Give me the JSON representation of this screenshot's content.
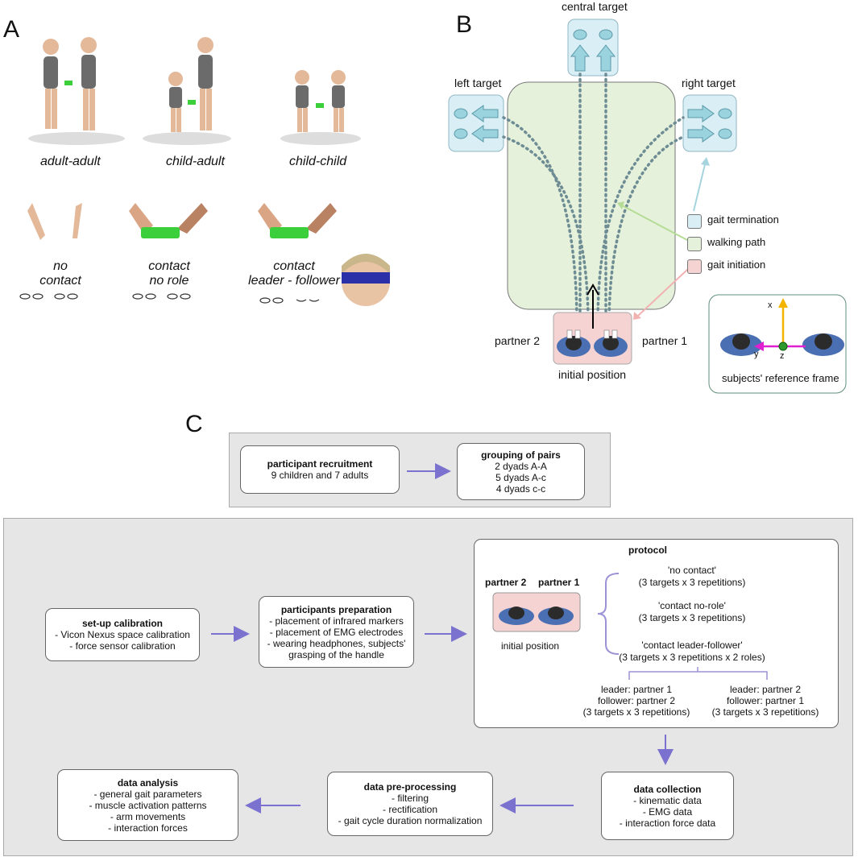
{
  "panels": {
    "a": "A",
    "b": "B",
    "c": "C"
  },
  "panelA": {
    "pairings": [
      "adult-adult",
      "child-adult",
      "child-child"
    ],
    "conditions": [
      {
        "line1": "no",
        "line2": "contact"
      },
      {
        "line1": "contact",
        "line2": "no role"
      },
      {
        "line1": "contact",
        "line2": "leader - follower"
      }
    ]
  },
  "panelB": {
    "central_target": "central target",
    "left_target": "left target",
    "right_target": "right target",
    "partner_2": "partner 2",
    "partner_1": "partner 1",
    "initial_position": "initial position",
    "legend": [
      {
        "label": "gait termination",
        "color": "#daeef5"
      },
      {
        "label": "walking path",
        "color": "#e6f1dc"
      },
      {
        "label": "gait initiation",
        "color": "#f6d3d3"
      }
    ],
    "ref_frame": {
      "caption": "subjects' reference frame",
      "x": "x",
      "y": "y",
      "z": "z"
    },
    "colors": {
      "target": "#daeef5",
      "path": "#e6f1dc",
      "init": "#f6d3d3",
      "dots": "#6d8c93"
    }
  },
  "panelC": {
    "recruitment": {
      "title": "participant recruitment",
      "text": "9 children and 7 adults"
    },
    "grouping": {
      "title": "grouping of pairs",
      "lines": [
        "2 dyads A-A",
        "5 dyads A-c",
        "4 dyads c-c"
      ]
    },
    "setup": {
      "title": "set-up calibration",
      "lines": [
        "- Vicon Nexus space calibration",
        "- force sensor calibration"
      ]
    },
    "preparation": {
      "title": "participants preparation",
      "lines": [
        "- placement of infrared markers",
        "- placement of EMG electrodes",
        "- wearing headphones, subjects'",
        "grasping of the handle"
      ]
    },
    "protocol": {
      "title": "protocol",
      "partner_2": "partner 2",
      "partner_1": "partner 1",
      "initial_position": "initial position",
      "conditions": [
        {
          "name": "'no contact'",
          "reps": "(3 targets x 3 repetitions)"
        },
        {
          "name": "'contact no-role'",
          "reps": "(3 targets x 3 repetitions)"
        },
        {
          "name": "'contact leader-follower'",
          "reps": "(3 targets x 3 repetitions x 2 roles)"
        }
      ],
      "roles": [
        {
          "leader": "leader: partner 1",
          "follower": "follower: partner 2",
          "reps": "(3 targets x 3 repetitions)"
        },
        {
          "leader": "leader: partner 2",
          "follower": "follower: partner 1",
          "reps": "(3 targets x 3 repetitions)"
        }
      ]
    },
    "collection": {
      "title": "data collection",
      "lines": [
        "- kinematic data",
        "-  EMG data",
        "- interaction force data"
      ]
    },
    "preprocessing": {
      "title": "data pre-processing",
      "lines": [
        "- filtering",
        "-  rectification",
        "- gait cycle duration normalization"
      ]
    },
    "analysis": {
      "title": "data analysis",
      "lines": [
        "- general gait parameters",
        "- muscle activation patterns",
        "- arm movements",
        "- interaction forces"
      ]
    },
    "colors": {
      "arrow": "#7b72cf",
      "band": "#e6e6e6"
    }
  }
}
